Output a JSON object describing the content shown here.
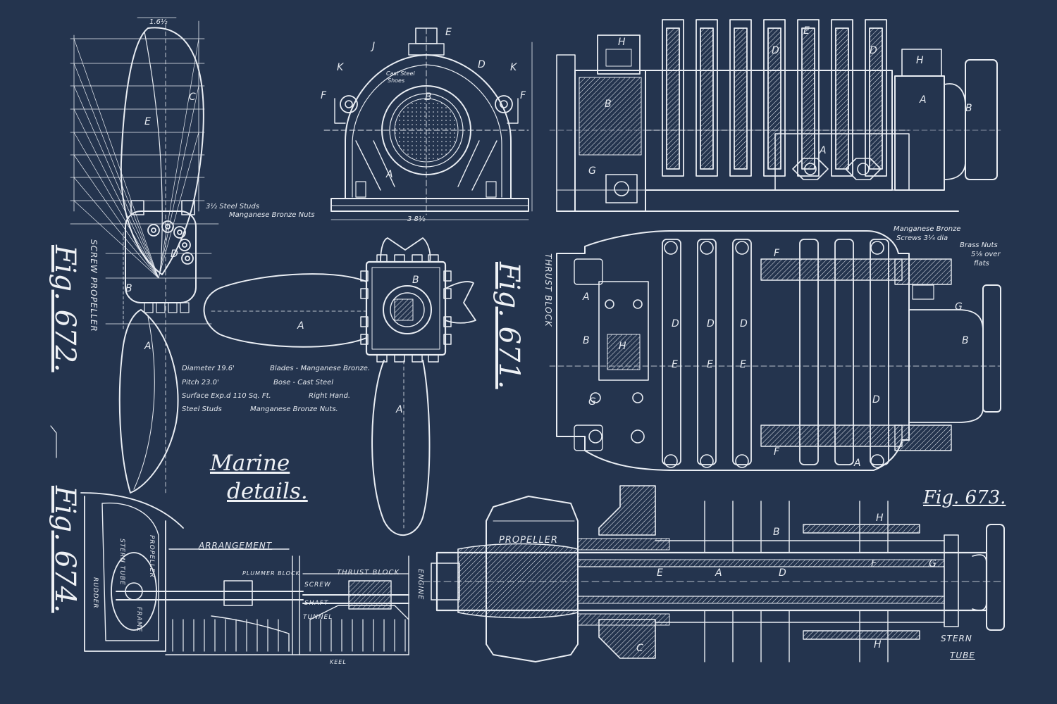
{
  "title_line1": "Marine",
  "title_line2": "details.",
  "figures": {
    "fig671": "Fig. 671.",
    "fig672": "Fig. 672.",
    "fig673": "Fig. 673.",
    "fig674": "Fig. 674."
  },
  "captions": {
    "screw_propeller": "SCREW PROPELLER",
    "thrust_block": "THRUST BLOCK",
    "arrangement": "ARRANGEMENT",
    "thrust_block_small": "THRUST BLOCK",
    "propeller": "PROPELLER",
    "stern": "STERN",
    "tube": "TUBE",
    "keel": "KEEL",
    "engine": "ENGINE",
    "screw": "SCREW",
    "shaft": "SHAFT",
    "tunnel": "TUNNEL",
    "plummer_block": "PLUMMER BLOCK",
    "stern_tube_v": "STERN TUBE",
    "propeller_v": "PROPELLER",
    "rudder": "RUDDER",
    "frame": "FRAME"
  },
  "specs": [
    {
      "left": "Diameter 19.6'",
      "right": "Blades - Manganese Bronze."
    },
    {
      "left": "Pitch 23.0'",
      "right": "Bose - Cast Steel"
    },
    {
      "left": "Surface Exp.d 110 Sq. Ft.",
      "right": "Right Hand."
    },
    {
      "left": "Steel Studs",
      "right": "Manganese Bronze Nuts."
    }
  ],
  "notes": {
    "studs": "3½ Steel Studs",
    "nuts": "Manganese Bronze Nuts",
    "mb_screws_1": "Manganese Bronze",
    "mb_screws_2": "Screws 3¼ dia",
    "brass_nuts_1": "Brass Nuts",
    "brass_nuts_2": "5⅛ over",
    "brass_nuts_3": "flats",
    "dim_38": "3 8½",
    "dim_16": "1.6½",
    "cast_steel": "Cast Steel",
    "shoes": "Shoes"
  },
  "letters": {
    "A": "A",
    "B": "B",
    "C": "C",
    "D": "D",
    "E": "E",
    "F": "F",
    "G": "G",
    "H": "H",
    "J": "J",
    "K": "K"
  },
  "colors": {
    "background": "#24344e",
    "ink": "#eef1f5"
  }
}
